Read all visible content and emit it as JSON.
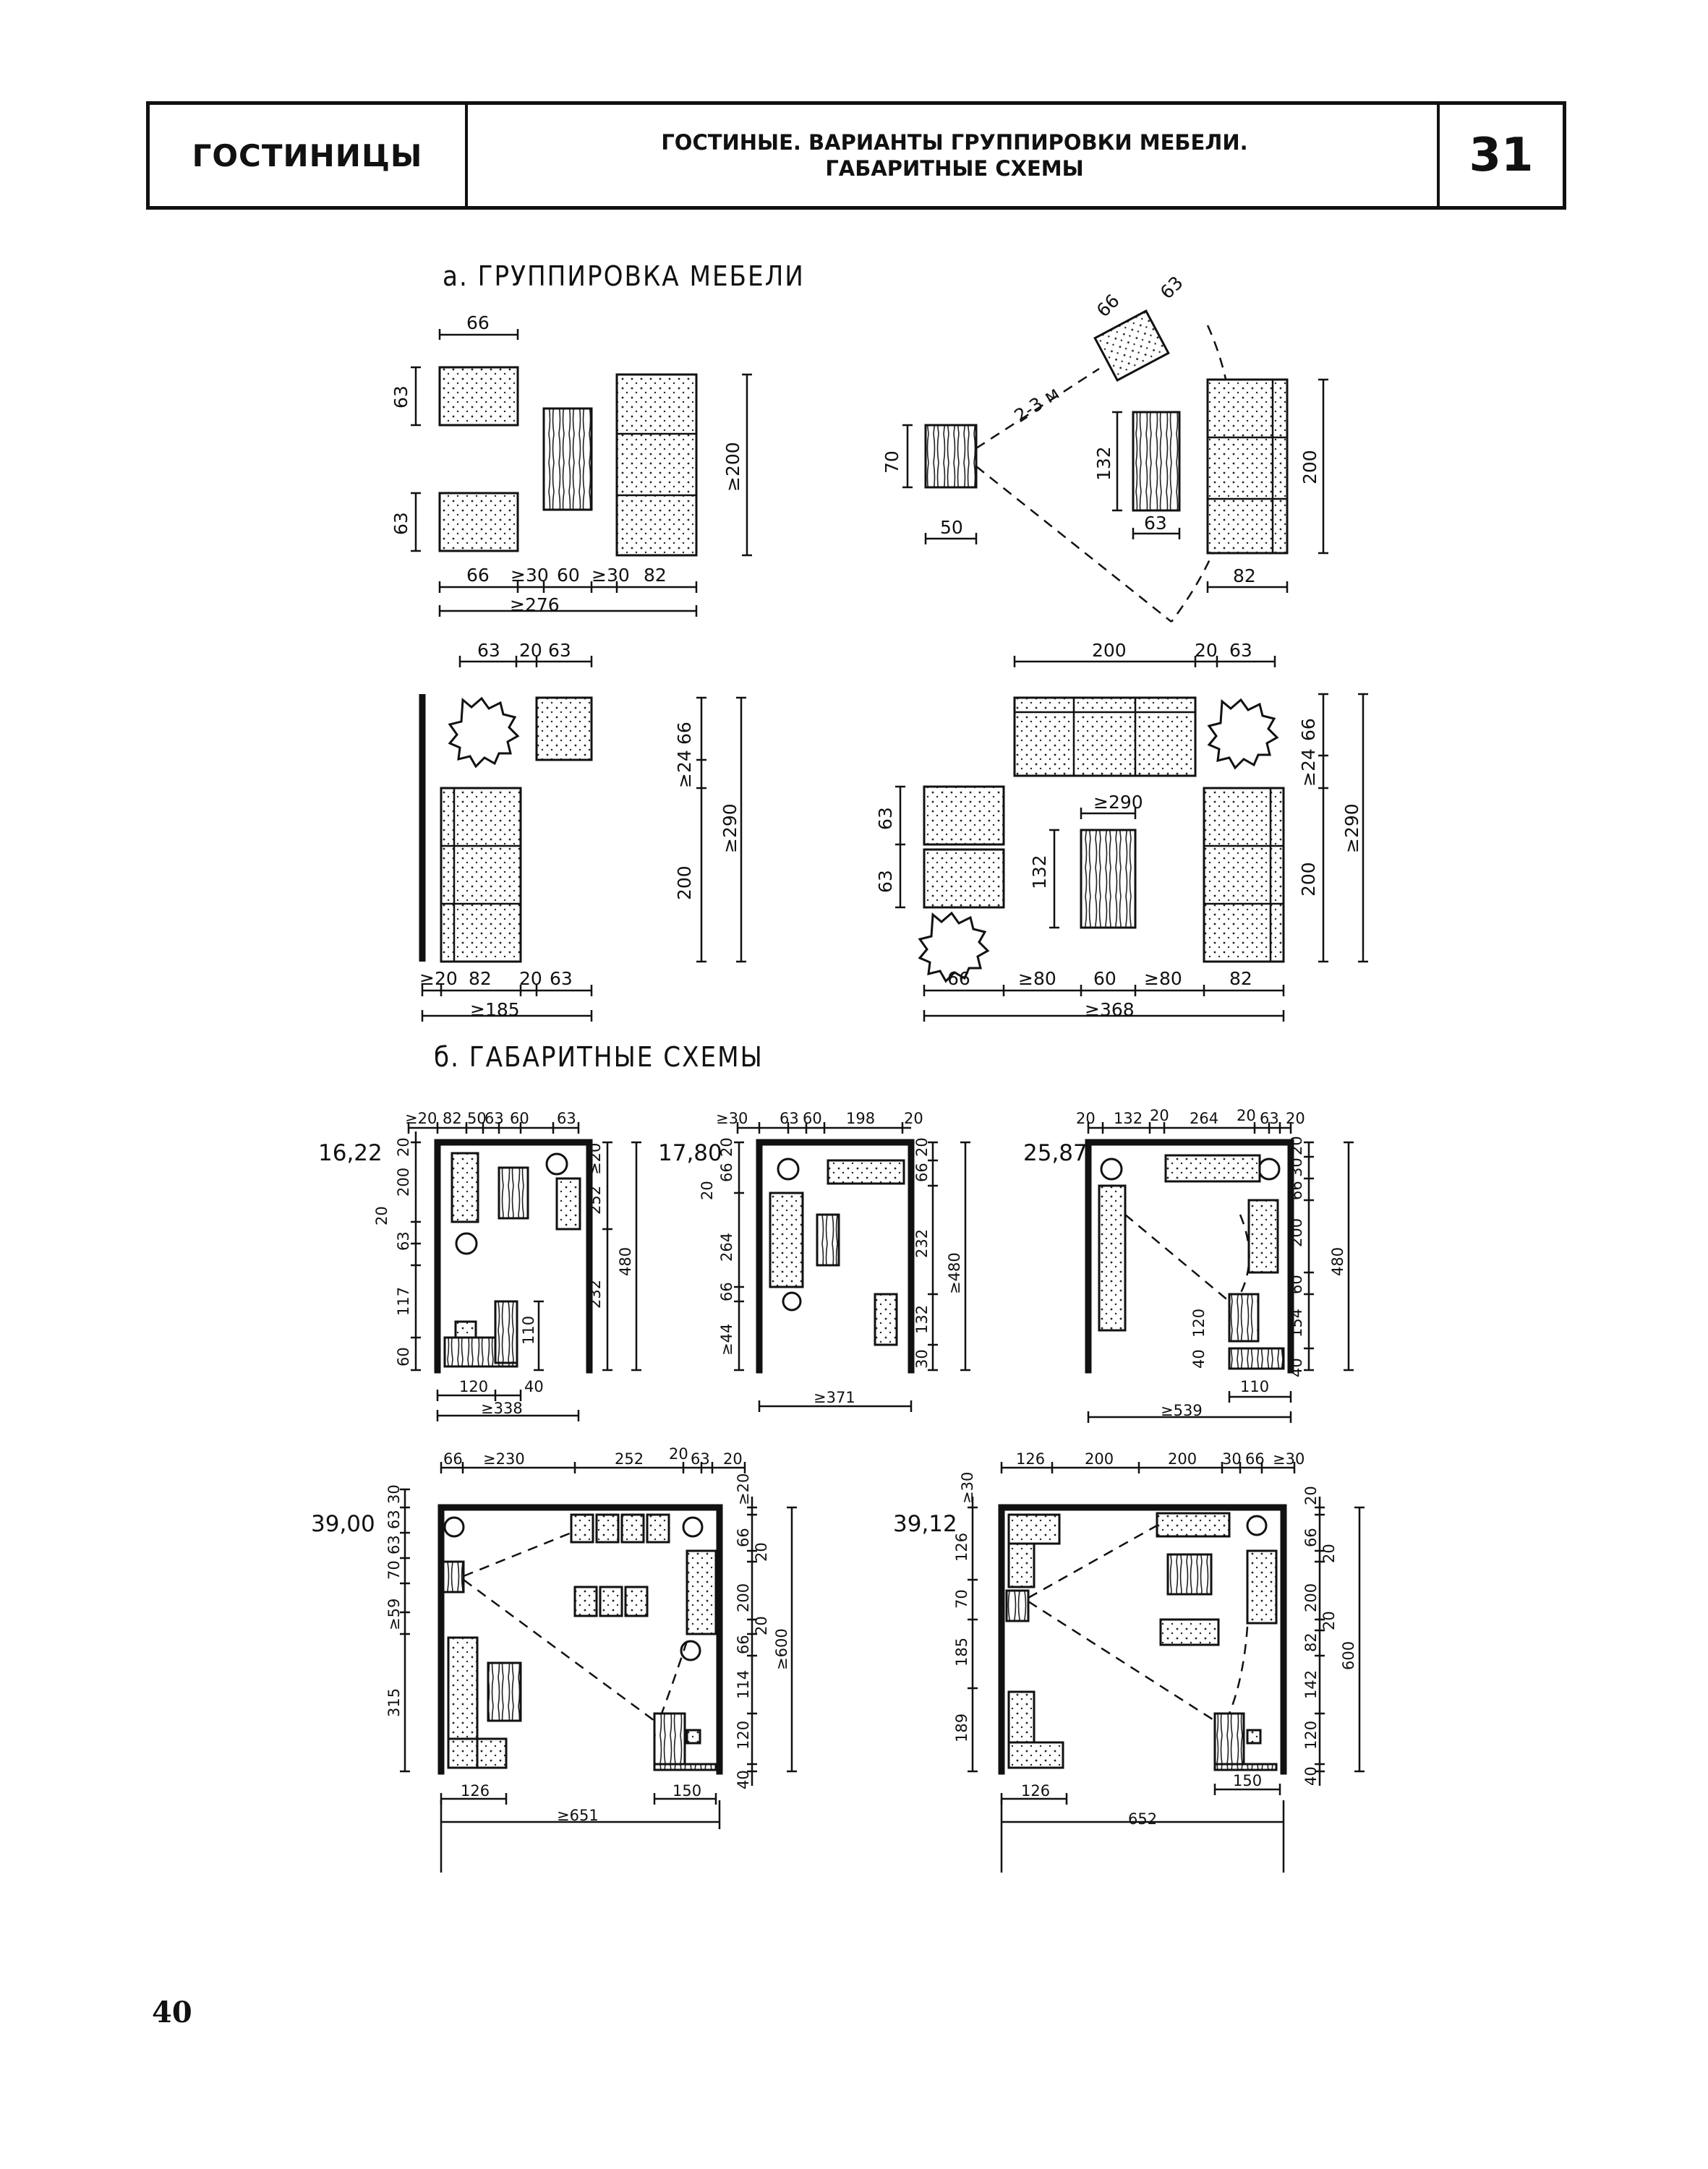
{
  "header": {
    "section": "ГОСТИНИЦЫ",
    "title_line1": "ГОСТИНЫЕ. ВАРИАНТЫ ГРУППИРОВКИ МЕБЕЛИ.",
    "title_line2": "ГАБАРИТНЫЕ СХЕМЫ",
    "sheet_number": "31"
  },
  "section_a": {
    "title": "а. ГРУППИРОВКА МЕБЕЛИ",
    "layout1": {
      "dims": [
        "66",
        "63",
        "63",
        "≥200",
        "66",
        "≥30",
        "60",
        "≥30",
        "82",
        "≥276"
      ]
    },
    "layout2": {
      "dims": [
        "66",
        "63",
        "2-3 м",
        "70",
        "50",
        "132",
        "63",
        "200",
        "82"
      ]
    },
    "layout3": {
      "dims": [
        "63",
        "20",
        "63",
        "66",
        "≥24",
        "200",
        "≥290",
        "≥20",
        "82",
        "20",
        "63",
        "≥185"
      ]
    },
    "layout4": {
      "dims": [
        "200",
        "20",
        "63",
        "66",
        "≥24",
        "63",
        "200",
        "≥290",
        "63",
        "63",
        "132",
        "66",
        "≥80",
        "60",
        "≥80",
        "82",
        "≥368"
      ]
    }
  },
  "section_b": {
    "title": "б. ГАБАРИТНЫЕ СХЕМЫ",
    "scheme1": {
      "area": "16,22",
      "dims": [
        "≥20",
        "82",
        "50",
        "63",
        "60",
        "63",
        "20",
        "200",
        "20",
        "63",
        "117",
        "60",
        "≥20",
        "252",
        "232",
        "480",
        "110",
        "120",
        "40",
        "≥338"
      ]
    },
    "scheme2": {
      "area": "17,80",
      "dims": [
        "≥30",
        "63",
        "60",
        "198",
        "20",
        "20",
        "66",
        "20",
        "264",
        "66",
        "≥44",
        "20",
        "66",
        "232",
        "132",
        "30",
        "≥480",
        "≥371"
      ]
    },
    "scheme3": {
      "area": "25,87",
      "dims": [
        "20",
        "132",
        "20",
        "264",
        "20",
        "63",
        "20",
        "20",
        "30",
        "66",
        "200",
        "60",
        "154",
        "40",
        "480",
        "40",
        "120",
        "110",
        "≥539"
      ]
    },
    "scheme4": {
      "area": "39,00",
      "dims": [
        "66",
        "≥230",
        "252",
        "20",
        "63",
        "20",
        "30",
        "63",
        "63",
        "70",
        "≥59",
        "315",
        "≥20",
        "66",
        "20",
        "200",
        "20",
        "66",
        "114",
        "120",
        "40",
        "≥600",
        "126",
        "150",
        "≥651"
      ]
    },
    "scheme5": {
      "area": "39,12",
      "dims": [
        "126",
        "200",
        "200",
        "30",
        "66",
        "≥30",
        "≥30",
        "126",
        "70",
        "185",
        "189",
        "20",
        "66",
        "20",
        "200",
        "20",
        "82",
        "142",
        "120",
        "40",
        "600",
        "126",
        "150",
        "652"
      ]
    }
  },
  "page_number": "40"
}
